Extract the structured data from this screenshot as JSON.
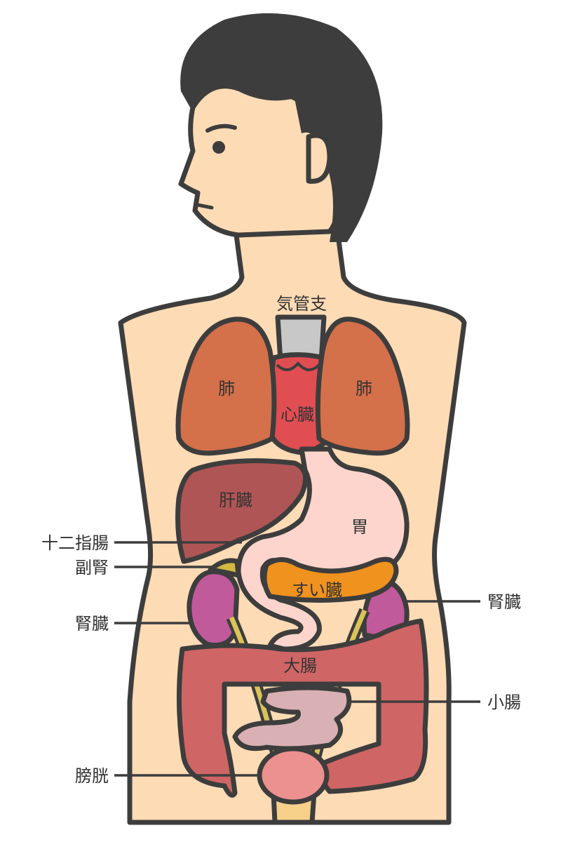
{
  "colors": {
    "outline": "#3d3d3d",
    "skin": "#fddbb5",
    "hair": "#3d3d3d",
    "trachea": "#c8c8c8",
    "lung": "#d4704a",
    "heart": "#e04e52",
    "liver": "#b05555",
    "stomach": "#fdd5cc",
    "pancreas": "#f0921e",
    "adrenal": "#d4b840",
    "kidney": "#c05a9a",
    "large_intestine": "#d06565",
    "small_intestine": "#d9b0b3",
    "bladder": "#ec9090",
    "ureter": "#d9c45a"
  },
  "labels": {
    "bronchi": "気管支",
    "lung_left": "肺",
    "lung_right": "肺",
    "heart": "心臓",
    "liver": "肝臓",
    "stomach": "胃",
    "pancreas": "すい臓",
    "large_intestine": "大腸",
    "duodenum": "十二指腸",
    "adrenal": "副腎",
    "kidney_left": "腎臓",
    "kidney_right": "腎臓",
    "small_intestine": "小腸",
    "bladder": "膀胱"
  }
}
